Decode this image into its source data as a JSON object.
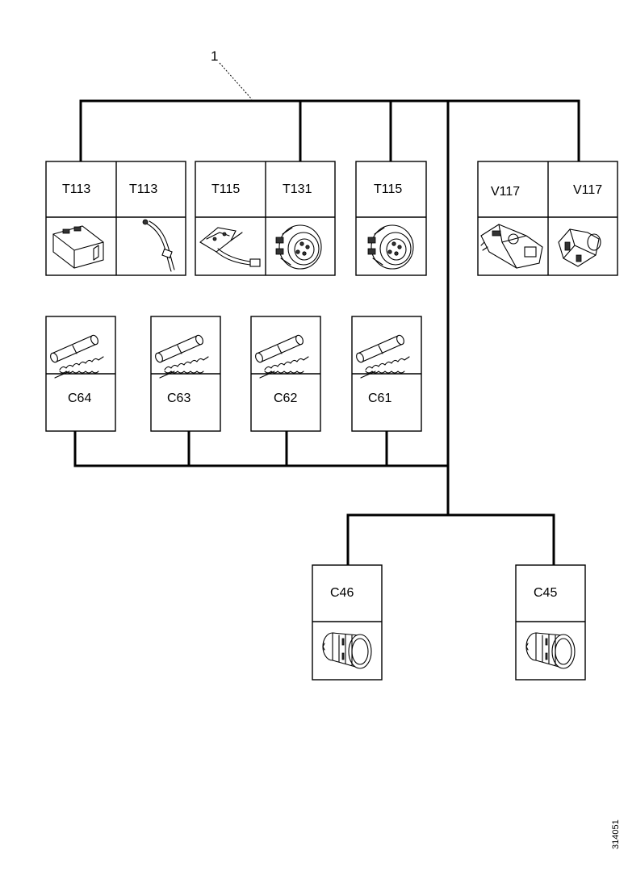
{
  "callout": "1",
  "reference_number": "314051",
  "components": {
    "t113_a": "T113",
    "t113_b": "T113",
    "t115_a": "T115",
    "t131": "T131",
    "t115_b": "T115",
    "v117_a": "V117",
    "v117_b": "V117",
    "c64": "C64",
    "c63": "C63",
    "c62": "C62",
    "c61": "C61",
    "c46": "C46",
    "c45": "C45"
  }
}
